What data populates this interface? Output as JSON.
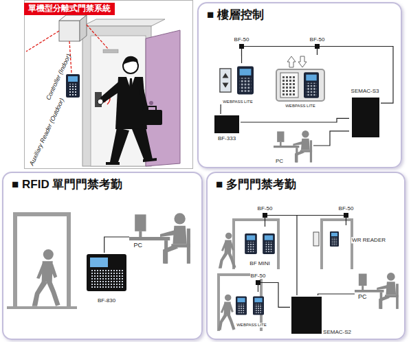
{
  "diagram": {
    "nodes": [
      {
        "text": [
          "單機型分離式門禁系統"
        ]
      },
      {
        "text": [
          "■ 樓層控制"
        ]
      },
      {
        "text": [
          "BF-50"
        ],
        "in": 1
      },
      {
        "text": [
          "BF-50"
        ],
        "in": 1
      },
      {
        "text": [
          "WEBPASS LITE"
        ],
        "in": 1
      },
      {
        "text": [
          "WEBPASS LITE"
        ],
        "in": 1
      },
      {
        "text": [
          "BF-333"
        ],
        "in": 1
      },
      {
        "text": [
          "SEMAC-S3"
        ],
        "in": 1
      },
      {
        "text": [
          "PC"
        ],
        "in": 1
      },
      {
        "text": [
          "■ RFID 單門門禁考勤"
        ]
      },
      {
        "text": [
          "BF-830"
        ],
        "in": 9
      },
      {
        "text": [
          "PC"
        ],
        "in": 9
      },
      {
        "text": [
          "■ 多門門禁考勤"
        ]
      },
      {
        "text": [
          "BF-50"
        ],
        "in": 12
      },
      {
        "text": [
          "BF-50"
        ],
        "in": 12
      },
      {
        "text": [
          "BF MINI"
        ],
        "in": 12
      },
      {
        "text": [
          "WR READER"
        ],
        "in": 12
      },
      {
        "text": [
          "BF-50"
        ],
        "in": 12
      },
      {
        "text": [
          "WEBPASS LITE"
        ],
        "in": 12
      },
      {
        "text": [
          "SEMAC-S2"
        ],
        "in": 12
      },
      {
        "text": [
          "PC"
        ],
        "in": 12
      }
    ],
    "edges": [
      {
        "from": 2,
        "to": 3,
        "arrow": "none"
      },
      {
        "from": 3,
        "to": 7,
        "arrow": "none"
      },
      {
        "from": 2,
        "to": 4,
        "arrow": "none"
      },
      {
        "from": 3,
        "to": 5,
        "arrow": "none"
      },
      {
        "from": 4,
        "to": 6,
        "arrow": "none"
      },
      {
        "from": 6,
        "to": 7,
        "arrow": "none"
      },
      {
        "from": 8,
        "to": 7,
        "arrow": "none"
      },
      {
        "from": 10,
        "to": 11,
        "arrow": "none"
      },
      {
        "from": 13,
        "to": 14,
        "arrow": "none"
      },
      {
        "from": 13,
        "to": 15,
        "arrow": "none"
      },
      {
        "from": 14,
        "to": 16,
        "arrow": "none"
      },
      {
        "from": 17,
        "to": 18,
        "arrow": "none"
      },
      {
        "from": 13,
        "to": 19,
        "arrow": "none"
      },
      {
        "from": 17,
        "to": 19,
        "arrow": "none"
      },
      {
        "from": 20,
        "to": 19,
        "arrow": "none"
      }
    ],
    "labels": [
      "Controller (Indoor)",
      "Auxiliary Reader (Outdoor)"
    ]
  }
}
